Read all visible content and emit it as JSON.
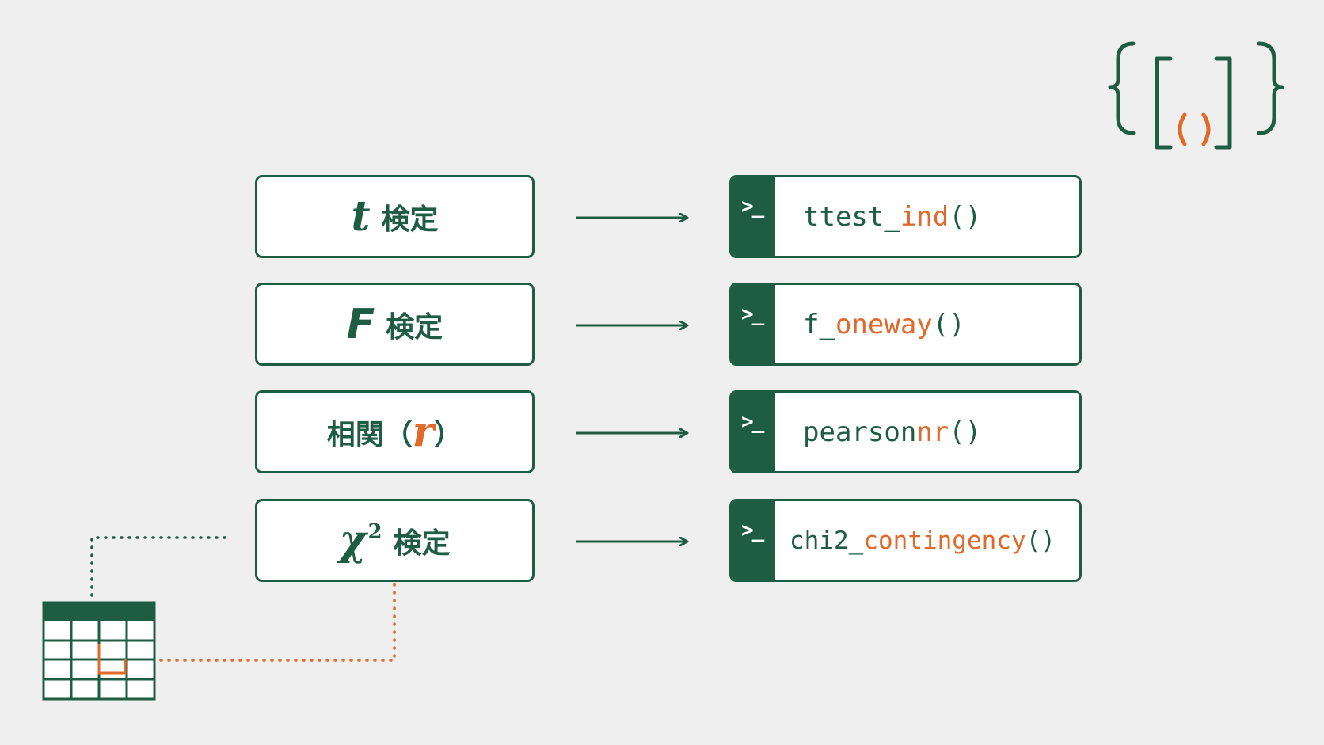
{
  "rows": [
    {
      "symbol": "t",
      "label": "検定",
      "code_prefix": "ttest_",
      "code_highlight": "ind",
      "code_suffix": "()"
    },
    {
      "symbol": "F",
      "label": "検定",
      "code_prefix": "f_",
      "code_highlight": "oneway",
      "code_suffix": "()"
    },
    {
      "label": "相関",
      "paren_open": "（",
      "symbol": "r",
      "paren_close": "）",
      "code_prefix": "pearson",
      "code_highlight": "nr",
      "code_suffix": "()"
    },
    {
      "symbol": "χ",
      "superscript": "2",
      "label": "検定",
      "code_prefix": "chi2_",
      "code_highlight": "contingency",
      "code_suffix": "()"
    }
  ],
  "terminal_prompt": ">_",
  "colors": {
    "primary": "#1f5c44",
    "accent": "#e06a2c",
    "background": "#efeff0"
  },
  "icons": [
    "arrow-icon",
    "terminal-icon",
    "table-icon",
    "brackets-icon"
  ]
}
